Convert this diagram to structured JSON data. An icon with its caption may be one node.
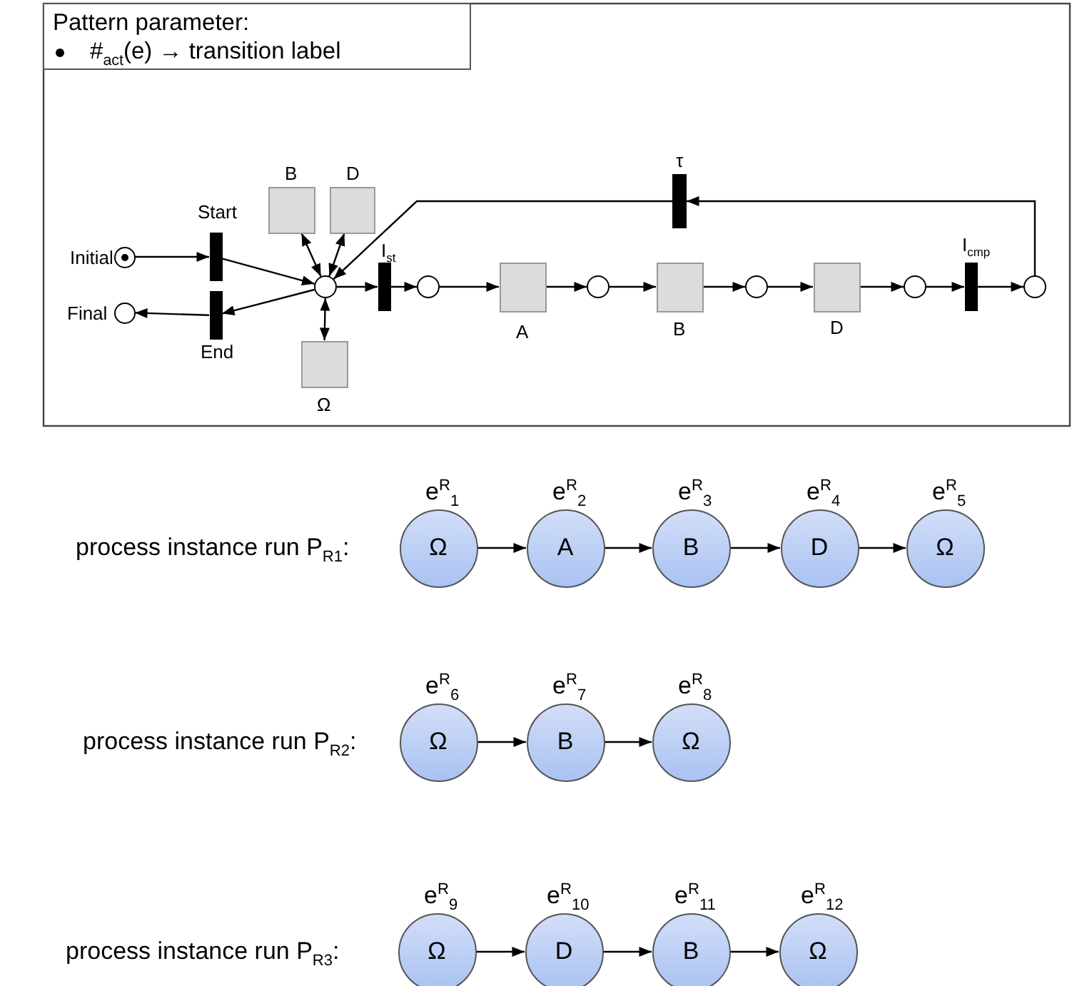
{
  "diagram": {
    "nodes": [
      {
        "text": [
          "Pattern parameter:",
          "#$_{act}$(e) → transition label"
        ]
      },
      {
        "text": [],
        "shape": "circle",
        "beside": [
          "Initial"
        ]
      },
      {
        "text": [],
        "shape": "bar",
        "beside": [
          "Start"
        ]
      },
      {
        "text": [],
        "shape": "circle",
        "beside": [
          "Final"
        ]
      },
      {
        "text": [],
        "shape": "bar",
        "beside": [
          "End"
        ]
      },
      {
        "text": [],
        "shape": "circle"
      },
      {
        "text": [],
        "shape": "box",
        "beside": [
          "B"
        ]
      },
      {
        "text": [],
        "shape": "box",
        "beside": [
          "D"
        ]
      },
      {
        "text": [],
        "shape": "box",
        "beside": [
          "Ω"
        ]
      },
      {
        "text": [],
        "shape": "bar",
        "beside": [
          "I$_{st}$"
        ]
      },
      {
        "text": [],
        "shape": "circle"
      },
      {
        "text": [],
        "shape": "box",
        "beside": [
          "A"
        ]
      },
      {
        "text": [],
        "shape": "circle"
      },
      {
        "text": [],
        "shape": "box",
        "beside": [
          "B"
        ]
      },
      {
        "text": [],
        "shape": "circle"
      },
      {
        "text": [],
        "shape": "box",
        "beside": [
          "D"
        ]
      },
      {
        "text": [],
        "shape": "circle"
      },
      {
        "text": [],
        "shape": "bar",
        "beside": [
          "I$_{cmp}$"
        ]
      },
      {
        "text": [],
        "shape": "circle"
      },
      {
        "text": [],
        "shape": "bar",
        "beside": [
          "τ"
        ]
      },
      {
        "text": [
          "Ω"
        ],
        "beside": [
          "e$^{R}$$_{1}$"
        ]
      },
      {
        "text": [
          "A"
        ],
        "beside": [
          "e$^{R}$$_{2}$"
        ]
      },
      {
        "text": [
          "B"
        ],
        "beside": [
          "e$^{R}$$_{3}$"
        ]
      },
      {
        "text": [
          "D"
        ],
        "beside": [
          "e$^{R}$$_{4}$"
        ]
      },
      {
        "text": [
          "Ω"
        ],
        "beside": [
          "e$^{R}$$_{5}$"
        ]
      },
      {
        "text": [
          "Ω"
        ],
        "beside": [
          "e$^{R}$$_{6}$"
        ]
      },
      {
        "text": [
          "B"
        ],
        "beside": [
          "e$^{R}$$_{7}$"
        ]
      },
      {
        "text": [
          "Ω"
        ],
        "beside": [
          "e$^{R}$$_{8}$"
        ]
      },
      {
        "text": [
          "Ω"
        ],
        "beside": [
          "e$^{R}$$_{9}$"
        ]
      },
      {
        "text": [
          "D"
        ],
        "beside": [
          "e$^{R}$$_{10}$"
        ]
      },
      {
        "text": [
          "B"
        ],
        "beside": [
          "e$^{R}$$_{11}$"
        ]
      },
      {
        "text": [
          "Ω"
        ],
        "beside": [
          "e$^{R}$$_{12}$"
        ]
      }
    ],
    "edges": [
      {
        "from": 1,
        "to": 2,
        "arrow": "to"
      },
      {
        "from": 2,
        "to": 5,
        "arrow": "to"
      },
      {
        "from": 5,
        "to": 4,
        "arrow": "to"
      },
      {
        "from": 4,
        "to": 3,
        "arrow": "to"
      },
      {
        "from": 5,
        "to": 6,
        "arrow": "both"
      },
      {
        "from": 5,
        "to": 7,
        "arrow": "both"
      },
      {
        "from": 5,
        "to": 8,
        "arrow": "both"
      },
      {
        "from": 5,
        "to": 9,
        "arrow": "to"
      },
      {
        "from": 9,
        "to": 10,
        "arrow": "to"
      },
      {
        "from": 10,
        "to": 11,
        "arrow": "to"
      },
      {
        "from": 11,
        "to": 12,
        "arrow": "to"
      },
      {
        "from": 12,
        "to": 13,
        "arrow": "to"
      },
      {
        "from": 13,
        "to": 14,
        "arrow": "to"
      },
      {
        "from": 14,
        "to": 15,
        "arrow": "to"
      },
      {
        "from": 15,
        "to": 16,
        "arrow": "to"
      },
      {
        "from": 16,
        "to": 17,
        "arrow": "to"
      },
      {
        "from": 17,
        "to": 18,
        "arrow": "to"
      },
      {
        "from": 18,
        "to": 19,
        "arrow": "to"
      },
      {
        "from": 19,
        "to": 5,
        "arrow": "to"
      },
      {
        "from": 20,
        "to": 21,
        "arrow": "to"
      },
      {
        "from": 21,
        "to": 22,
        "arrow": "to"
      },
      {
        "from": 22,
        "to": 23,
        "arrow": "to"
      },
      {
        "from": 23,
        "to": 24,
        "arrow": "to"
      },
      {
        "from": 25,
        "to": 26,
        "arrow": "to"
      },
      {
        "from": 26,
        "to": 27,
        "arrow": "to"
      },
      {
        "from": 28,
        "to": 29,
        "arrow": "to"
      },
      {
        "from": 29,
        "to": 30,
        "arrow": "to"
      },
      {
        "from": 30,
        "to": 31,
        "arrow": "to"
      }
    ],
    "labels": [
      "process instance run P$_{R1}$:",
      "process instance run P$_{R2}$:",
      "process instance run P$_{R3}$:"
    ]
  }
}
